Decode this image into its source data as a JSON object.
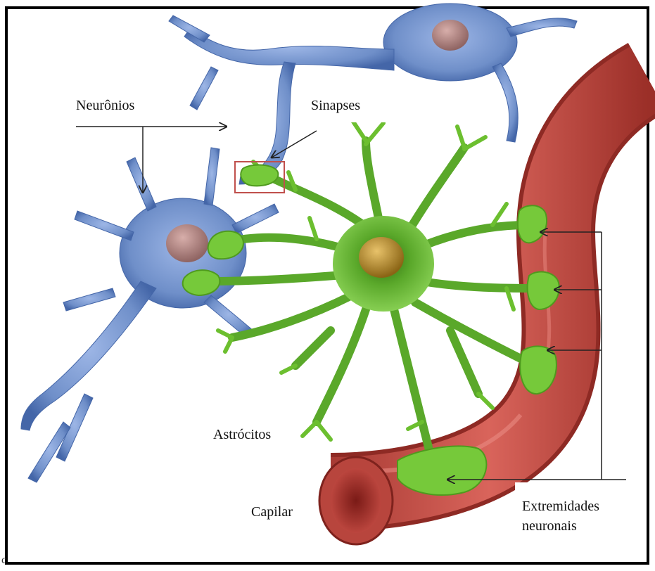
{
  "diagram": {
    "labels": {
      "neurons": "Neurônios",
      "synapses": "Sinapses",
      "astrocytes": "Astrócitos",
      "capillary": "Capilar",
      "nerve_endings_line1": "Extremidades",
      "nerve_endings_line2": "neuronais"
    },
    "stray_char": "c",
    "colors": {
      "frame": "#000000",
      "neuron": "#6f8fc9",
      "neuron_dark": "#4466a8",
      "astrocyte": "#6cbf2f",
      "astrocyte_dark": "#3f8a18",
      "nucleus_neuron": "#b58b86",
      "nucleus_astrocyte": "#b9902a",
      "capillary": "#c9524a",
      "capillary_dark": "#8e2a24",
      "synapse_box": "#c0504d",
      "arrow": "#222222"
    }
  }
}
